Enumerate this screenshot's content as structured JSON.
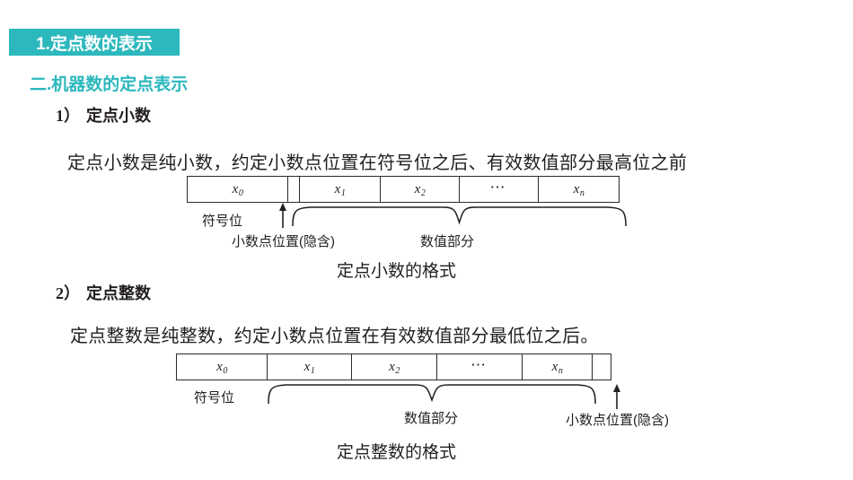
{
  "slide": {
    "title_badge": "1.定点数的表示",
    "subtitle": "二.机器数的定点表示",
    "badge_color": "#2cb8bd",
    "subtitle_color": "#2cb8bd"
  },
  "sections": [
    {
      "number": "1）",
      "heading": "定点小数",
      "body": "定点小数是纯小数，约定小数点位置在符号位之后、有效数值部分最高位之前",
      "caption": "定点小数的格式",
      "figure": {
        "cells": [
          {
            "label": "x",
            "sub": "0",
            "kind": "bit",
            "width": 112
          },
          {
            "label": "",
            "sub": "",
            "kind": "point",
            "width": 13
          },
          {
            "label": "x",
            "sub": "1",
            "kind": "bit",
            "width": 90
          },
          {
            "label": "x",
            "sub": "2",
            "kind": "bit",
            "width": 88
          },
          {
            "label": "⋯",
            "sub": "",
            "kind": "dots",
            "width": 88
          },
          {
            "label": "x",
            "sub": "n",
            "kind": "bit",
            "width": 89
          }
        ],
        "annotations": {
          "sign_bit": "符号位",
          "point_position": "小数点位置(隐含)",
          "value_part": "数值部分"
        }
      }
    },
    {
      "number": "2）",
      "heading": "定点整数",
      "body": "定点整数是纯整数，约定小数点位置在有效数值部分最低位之后。",
      "caption": "定点整数的格式",
      "figure": {
        "cells": [
          {
            "label": "x",
            "sub": "0",
            "kind": "bit",
            "width": 101
          },
          {
            "label": "x",
            "sub": "1",
            "kind": "bit",
            "width": 94
          },
          {
            "label": "x",
            "sub": "2",
            "kind": "bit",
            "width": 95
          },
          {
            "label": "⋯",
            "sub": "",
            "kind": "dots",
            "width": 95
          },
          {
            "label": "x",
            "sub": "n",
            "kind": "bit",
            "width": 78
          },
          {
            "label": "",
            "sub": "",
            "kind": "point",
            "width": 20
          }
        ],
        "annotations": {
          "sign_bit": "符号位",
          "point_position": "小数点位置(隐含)",
          "value_part": "数值部分"
        }
      }
    }
  ]
}
